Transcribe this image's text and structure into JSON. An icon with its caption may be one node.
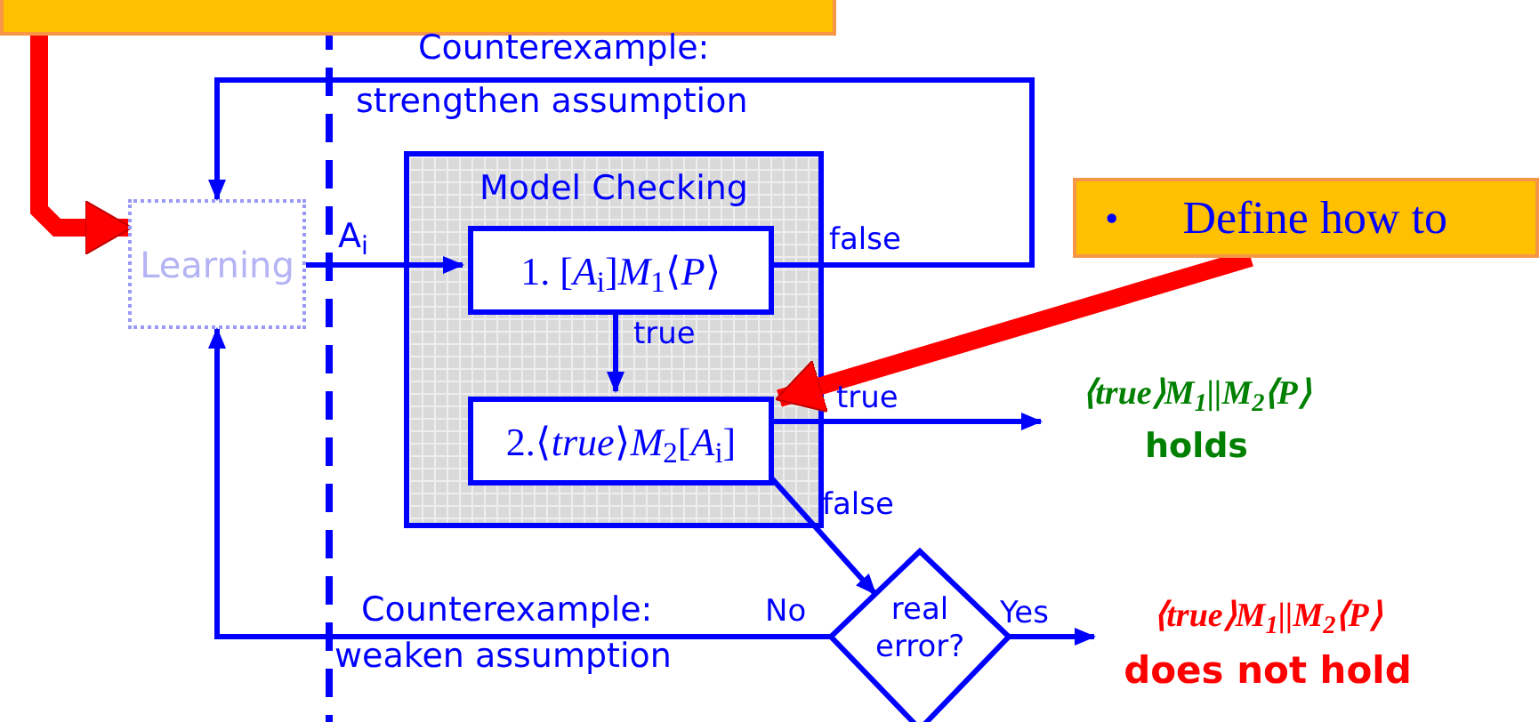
{
  "diagram": {
    "nodes": [
      {
        "text": [],
        "shape": "box"
      },
      {
        "text": [
          "Learning"
        ]
      },
      {
        "text": [
          "Model Checking"
        ]
      },
      {
        "text": [
          "1. [*A*$_{i}$]*M*$_{1}$⟨*P*⟩"
        ],
        "in": 2
      },
      {
        "text": [
          "2.⟨*true*⟩*M*$_{2}$[*A*$_{i}$]"
        ],
        "in": 2
      },
      {
        "text": [
          "real error?"
        ]
      },
      {
        "text": [
          "⟨true⟩M$_{1}$||M$_{2}$⟨P⟩",
          "holds"
        ]
      },
      {
        "text": [
          "⟨true⟩M$_{1}$||M$_{2}$⟨P⟩",
          "does not hold"
        ]
      },
      {
        "text": [
          "•",
          "Define how to"
        ]
      }
    ],
    "edges": [
      {
        "from": 0,
        "to": 1,
        "arrow": "to",
        "style": "thick",
        "color": "#ff0000"
      },
      {
        "from": 1,
        "to": 3,
        "arrow": "to",
        "label": "A$_{i}$"
      },
      {
        "from": 3,
        "to": 1,
        "arrow": "to",
        "label": "false"
      },
      {
        "from": 3,
        "to": 4,
        "arrow": "to",
        "label": "true"
      },
      {
        "from": 4,
        "to": 6,
        "arrow": "to",
        "label": "true"
      },
      {
        "from": 4,
        "to": 5,
        "arrow": "to",
        "label": "false"
      },
      {
        "from": 5,
        "to": 7,
        "arrow": "to",
        "label": "Yes"
      },
      {
        "from": 5,
        "to": 1,
        "arrow": "to",
        "label": "No"
      },
      {
        "from": 8,
        "to": 4,
        "arrow": "to",
        "style": "thick",
        "color": "#ff0000"
      }
    ],
    "labels": [
      "Counterexample:",
      "strengthen assumption",
      "Counterexample:",
      "weaken assumption"
    ]
  }
}
